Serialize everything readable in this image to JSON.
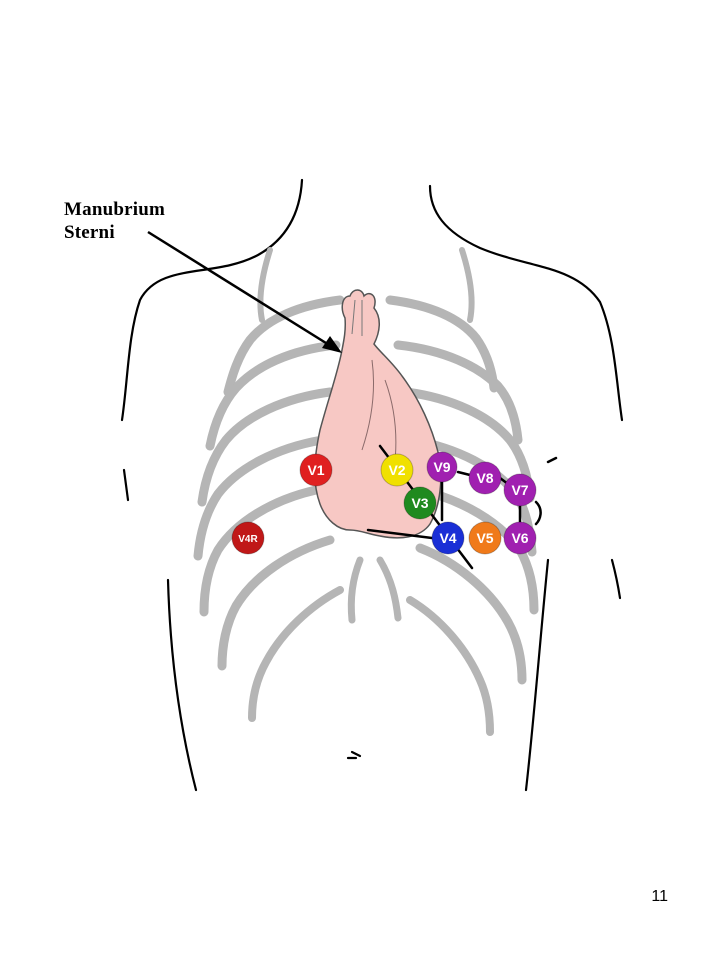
{
  "annotation": {
    "line1": "Manubrium",
    "line2": "Sterni"
  },
  "page_number": "11",
  "colors": {
    "heart": "#f7c8c4",
    "ribs": "#b5b5b5",
    "outline": "#000000"
  },
  "electrodes": [
    {
      "id": "v1",
      "label": "V1",
      "color": "#e02020"
    },
    {
      "id": "v2",
      "label": "V2",
      "color": "#f0e000"
    },
    {
      "id": "v3",
      "label": "V3",
      "color": "#1f8a1f"
    },
    {
      "id": "v4",
      "label": "V4",
      "color": "#1a2fd6"
    },
    {
      "id": "v5",
      "label": "V5",
      "color": "#f07a1a"
    },
    {
      "id": "v6",
      "label": "V6",
      "color": "#a020b0"
    },
    {
      "id": "v7",
      "label": "V7",
      "color": "#a020b0"
    },
    {
      "id": "v8",
      "label": "V8",
      "color": "#a020b0"
    },
    {
      "id": "v9",
      "label": "V9",
      "color": "#a020b0"
    },
    {
      "id": "v4r",
      "label": "V4R",
      "color": "#c01818"
    }
  ]
}
